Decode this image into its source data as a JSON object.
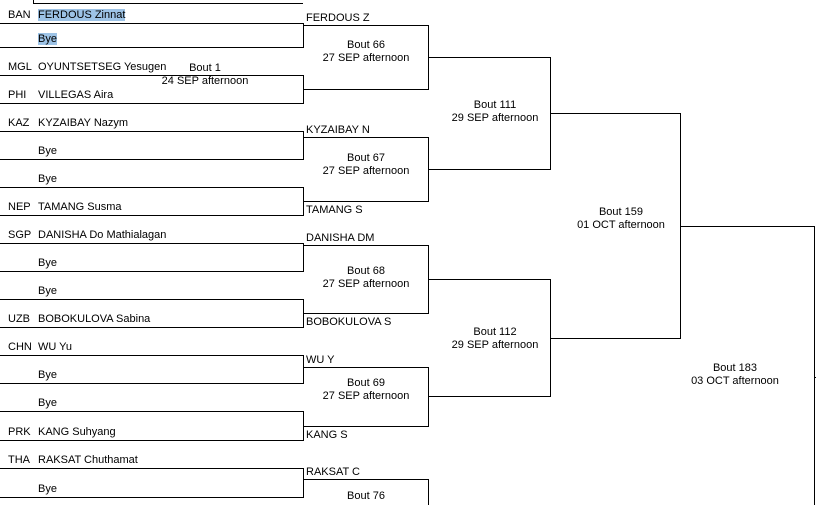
{
  "selection_color": "#9dc3e6",
  "bracket": {
    "round1": {
      "slots": [
        {
          "code": "BAN",
          "name": "FERDOUS Zinnat",
          "selected": true
        },
        {
          "code": "",
          "name": "Bye",
          "selected": true
        },
        {
          "code": "MGL",
          "name": "OYUNTSETSEG Yesugen",
          "selected": false
        },
        {
          "code": "PHI",
          "name": "VILLEGAS Aira",
          "selected": false
        },
        {
          "code": "KAZ",
          "name": "KYZAIBAY Nazym",
          "selected": false
        },
        {
          "code": "",
          "name": "Bye",
          "selected": false
        },
        {
          "code": "",
          "name": "Bye",
          "selected": false
        },
        {
          "code": "NEP",
          "name": "TAMANG Susma",
          "selected": false
        },
        {
          "code": "SGP",
          "name": "DANISHA Do Mathialagan",
          "selected": false
        },
        {
          "code": "",
          "name": "Bye",
          "selected": false
        },
        {
          "code": "",
          "name": "Bye",
          "selected": false
        },
        {
          "code": "UZB",
          "name": "BOBOKULOVA Sabina",
          "selected": false
        },
        {
          "code": "CHN",
          "name": "WU Yu",
          "selected": false
        },
        {
          "code": "",
          "name": "Bye",
          "selected": false
        },
        {
          "code": "",
          "name": "Bye",
          "selected": false
        },
        {
          "code": "PRK",
          "name": "KANG Suhyang",
          "selected": false
        },
        {
          "code": "THA",
          "name": "RAKSAT Chuthamat",
          "selected": false
        },
        {
          "code": "",
          "name": "Bye",
          "selected": false
        }
      ]
    },
    "round2": {
      "slots": [
        {
          "name": "FERDOUS Z"
        },
        {
          "name": "KYZAIBAY N"
        },
        {
          "name": "TAMANG S"
        },
        {
          "name": "DANISHA DM"
        },
        {
          "name": "BOBOKULOVA S"
        },
        {
          "name": "WU Y"
        },
        {
          "name": "KANG S"
        },
        {
          "name": "RAKSAT C"
        }
      ]
    },
    "bouts": {
      "b1": {
        "label": "Bout 1",
        "session": "24 SEP afternoon"
      },
      "b66": {
        "label": "Bout 66",
        "session": "27 SEP afternoon"
      },
      "b67": {
        "label": "Bout 67",
        "session": "27 SEP afternoon"
      },
      "b68": {
        "label": "Bout 68",
        "session": "27 SEP afternoon"
      },
      "b69": {
        "label": "Bout 69",
        "session": "27 SEP afternoon"
      },
      "b76": {
        "label": "Bout 76"
      },
      "b111": {
        "label": "Bout 111",
        "session": "29 SEP afternoon"
      },
      "b112": {
        "label": "Bout 112",
        "session": "29 SEP afternoon"
      },
      "b159": {
        "label": "Bout 159",
        "session": "01 OCT afternoon"
      },
      "b183": {
        "label": "Bout 183",
        "session": "03 OCT afternoon"
      }
    }
  }
}
